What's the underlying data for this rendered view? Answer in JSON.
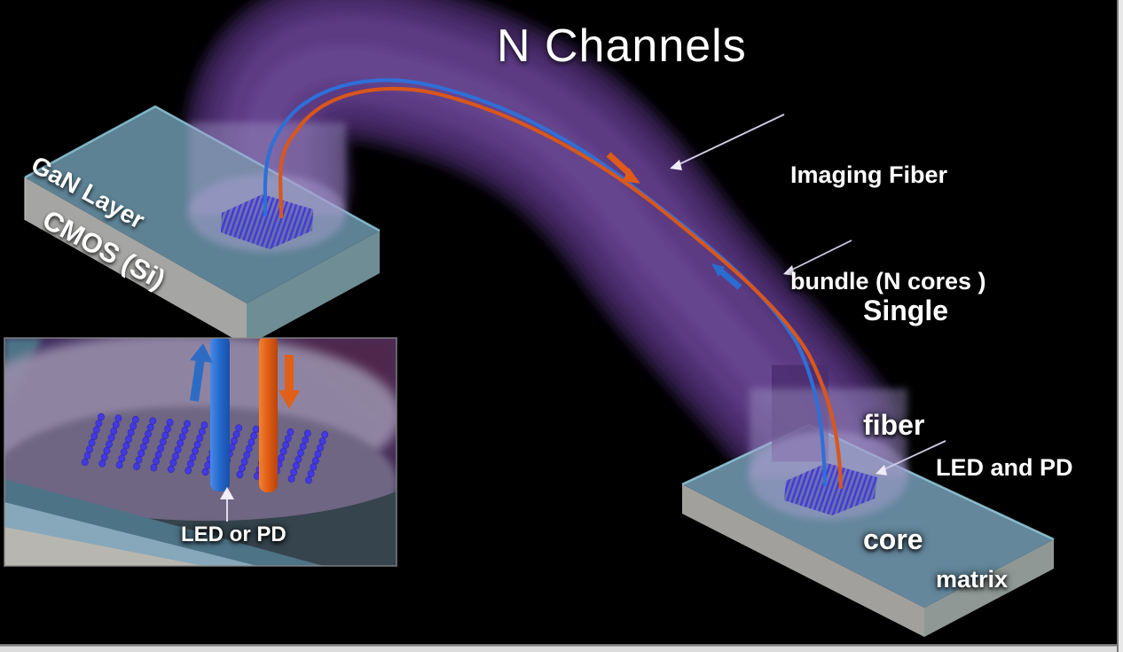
{
  "slide": {
    "title": "N Channels",
    "annotations": {
      "imaging_fiber_line1": "Imaging Fiber",
      "imaging_fiber_line2": "bundle (N cores )",
      "single_fiber_line1": "Single",
      "single_fiber_line2": "fiber",
      "single_fiber_line3": "core",
      "led_pd_line1": "LED and PD",
      "led_pd_line2": "matrix",
      "gan_layer": "GaN Layer",
      "cmos": "CMOS (Si)",
      "led_or_pd": "LED or PD"
    },
    "colors": {
      "background": "#000000",
      "fiber_bundle_purple": "#4e3172",
      "fiber_blue": "#2f6fd6",
      "fiber_orange": "#d8571c",
      "chip_top_teal": "#5d8294",
      "chip_side_gray": "#a3a3a1",
      "matrix_blue": "#4339e0",
      "label_text": "#ffffff"
    }
  }
}
